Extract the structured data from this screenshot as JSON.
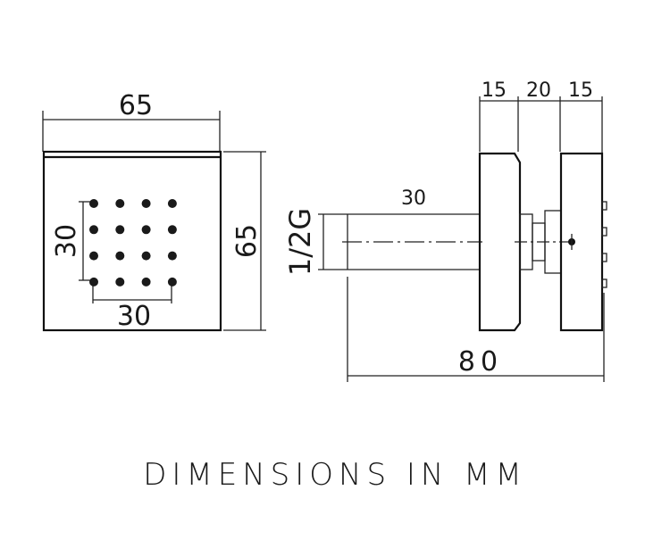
{
  "front_view": {
    "width_label": "65",
    "height_label": "65",
    "nozzle_spacing_v": "30",
    "nozzle_spacing_h": "30",
    "nozzle_grid": {
      "rows": 4,
      "cols": 4
    }
  },
  "side_view": {
    "seg1_label": "15",
    "seg2_label": "20",
    "seg3_label": "15",
    "pipe_length_label": "30",
    "thread_label": "1/2G",
    "total_length_label": "80"
  },
  "caption": "DIMENSIONS IN MM",
  "colors": {
    "line": "#222222",
    "background": "#ffffff"
  }
}
